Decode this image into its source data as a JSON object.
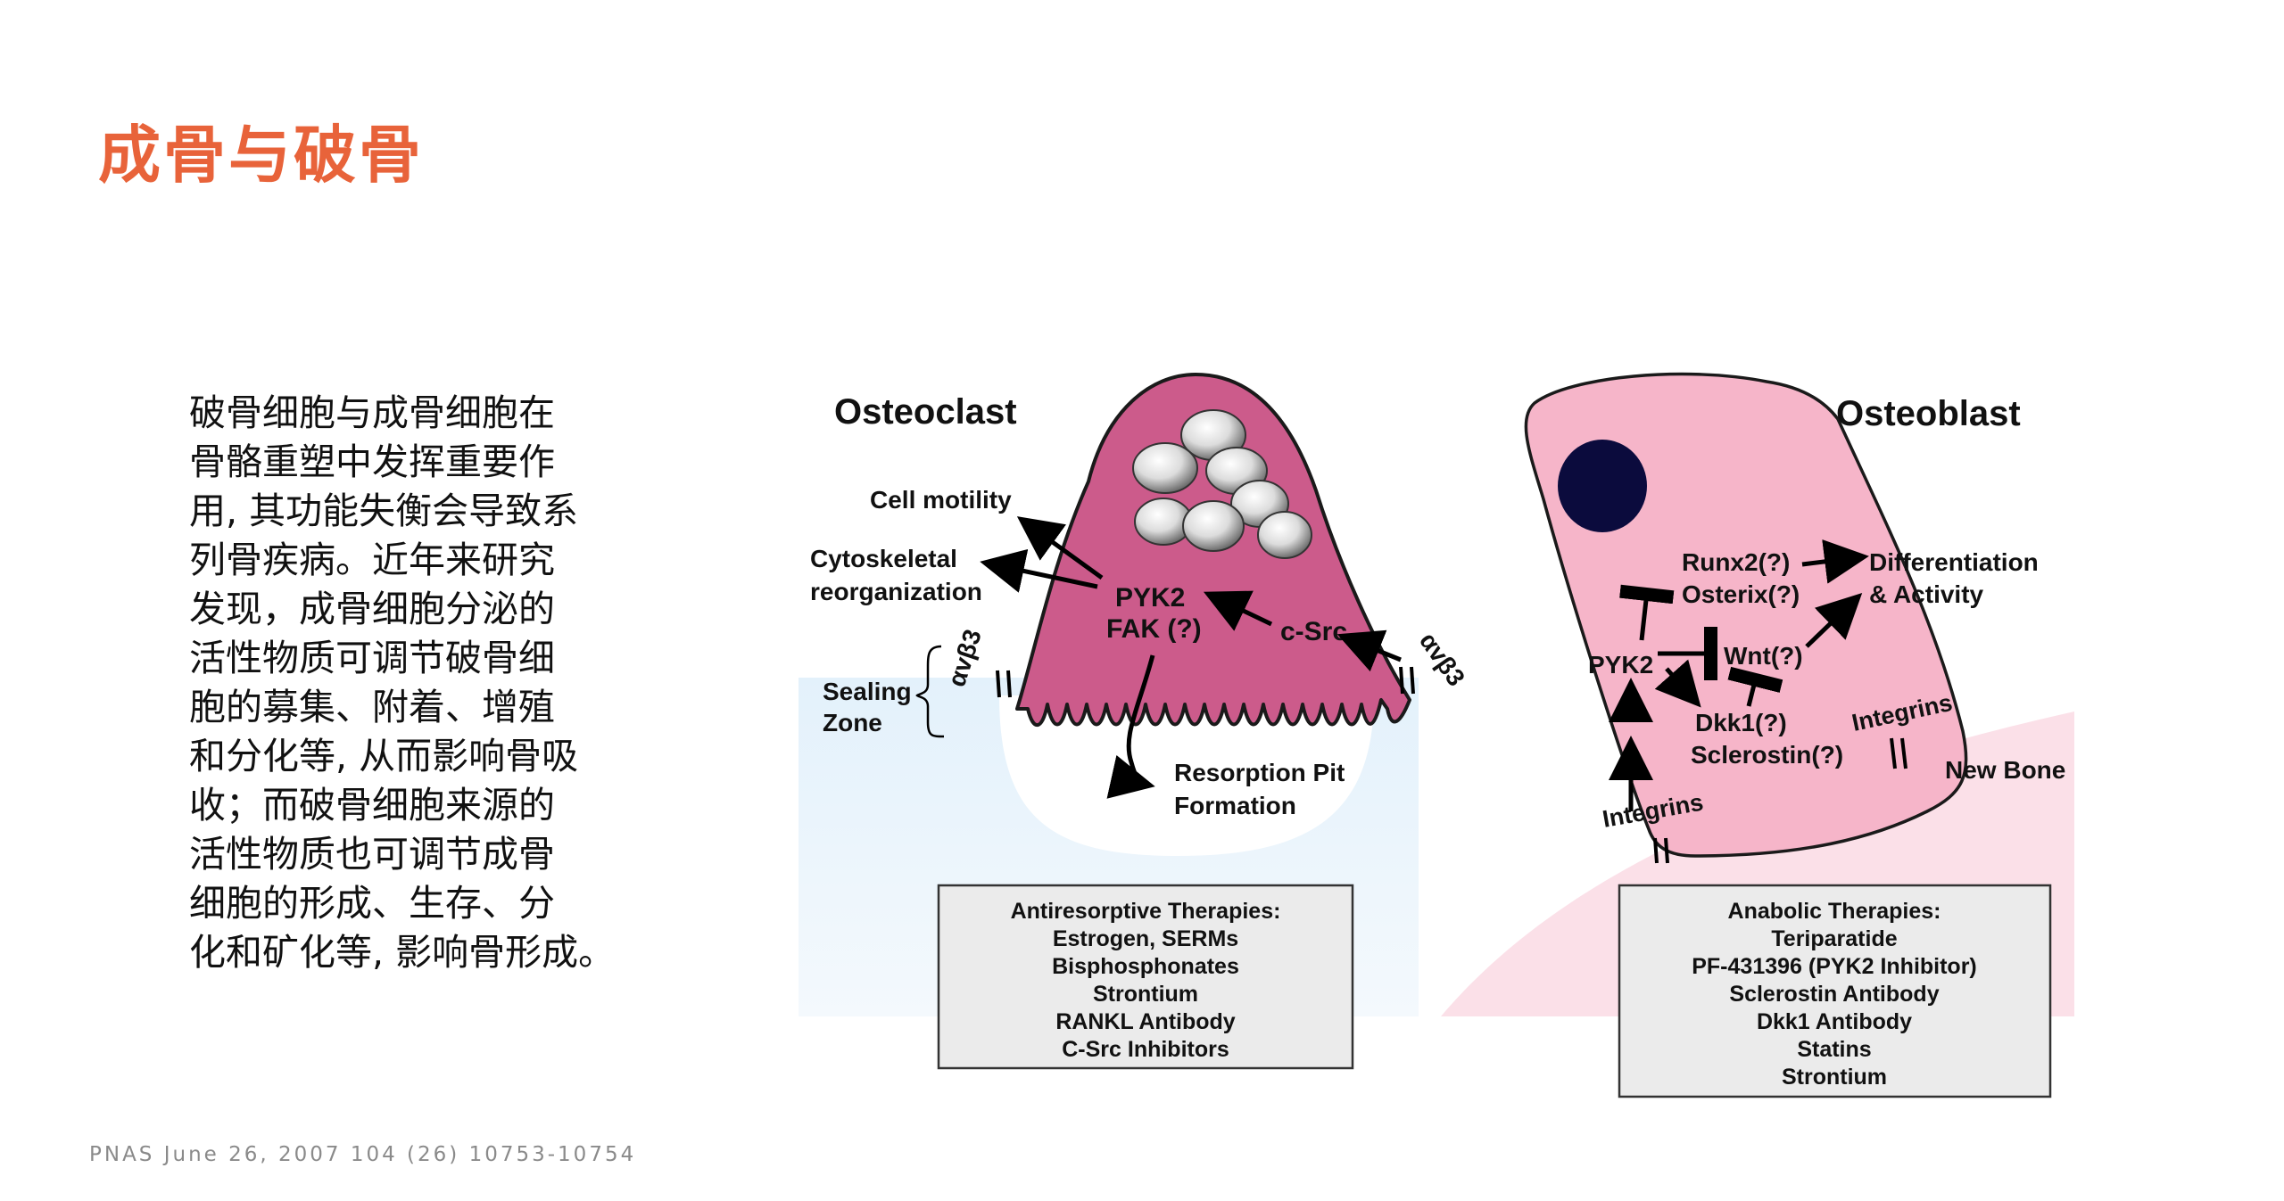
{
  "slide": {
    "title": "成骨与破骨",
    "body_lines": [
      "破骨细胞与成骨细胞在",
      "骨骼重塑中发挥重要作",
      "用, 其功能失衡会导致系",
      "列骨疾病。近年来研究",
      "发现，成骨细胞分泌的",
      "活性物质可调节破骨细",
      "胞的募集、附着、增殖",
      "和分化等, 从而影响骨吸",
      "收；而破骨细胞来源的",
      "活性物质也可调节成骨",
      "细胞的形成、生存、分",
      "化和矿化等, 影响骨形成。"
    ],
    "source": "PNAS June 26, 2007 104 (26) 10753-10754"
  },
  "diagram": {
    "osteoclast": {
      "title": "Osteoclast",
      "cell_motility": "Cell motility",
      "cytoskeletal_1": "Cytoskeletal",
      "cytoskeletal_2": "reorganization",
      "pyk2": "PYK2",
      "fak": "FAK (?)",
      "csrc": "c-Src",
      "integrin_left": "αvβ3",
      "integrin_right": "αvβ3",
      "sealing_1": "Sealing",
      "sealing_2": "Zone",
      "resorption_1": "Resorption Pit",
      "resorption_2": "Formation"
    },
    "osteoblast": {
      "title": "Osteoblast",
      "runx2": "Runx2(?)",
      "osterix": "Osterix(?)",
      "differentiation_1": "Differentiation",
      "differentiation_2": "& Activity",
      "pyk2": "PYK2",
      "wnt": "Wnt(?)",
      "dkk1": "Dkk1(?)",
      "sclerostin": "Sclerostin(?)",
      "integrins_bottom": "Integrins",
      "integrins_right": "Integrins",
      "new_bone": "New Bone"
    },
    "antiresorptive_box": {
      "heading": "Antiresorptive Therapies:",
      "items": [
        "Estrogen, SERMs",
        "Bisphosphonates",
        "Strontium",
        "RANKL Antibody",
        "C-Src Inhibitors"
      ]
    },
    "anabolic_box": {
      "heading": "Anabolic Therapies:",
      "items": [
        "Teriparatide",
        "PF-431396 (PYK2 Inhibitor)",
        "Sclerostin Antibody",
        "Dkk1 Antibody",
        "Statins",
        "Strontium"
      ]
    },
    "colors": {
      "title_orange": "#e8633a",
      "osteoclast_fill": "#cc5b8b",
      "osteoblast_fill": "#f6b5c9",
      "nucleus": "#0b0b3d",
      "new_bone_fill": "#fbe0e8",
      "bone_fill": "#e3f1fb",
      "box_fill": "#ebebeb"
    }
  }
}
